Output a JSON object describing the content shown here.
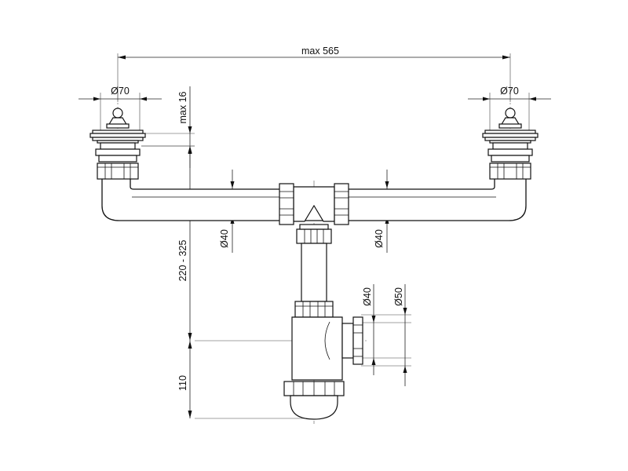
{
  "dimensions": {
    "total_width": "max 565",
    "inlet_diameter_left": "Ø70",
    "inlet_diameter_right": "Ø70",
    "plug_height": "max 16",
    "height_range": "220 - 325",
    "pipe_diameter_left": "Ø40",
    "pipe_diameter_right": "Ø40",
    "outlet_diameter_inner": "Ø40",
    "outlet_diameter_outer": "Ø50",
    "trap_height": "110"
  }
}
